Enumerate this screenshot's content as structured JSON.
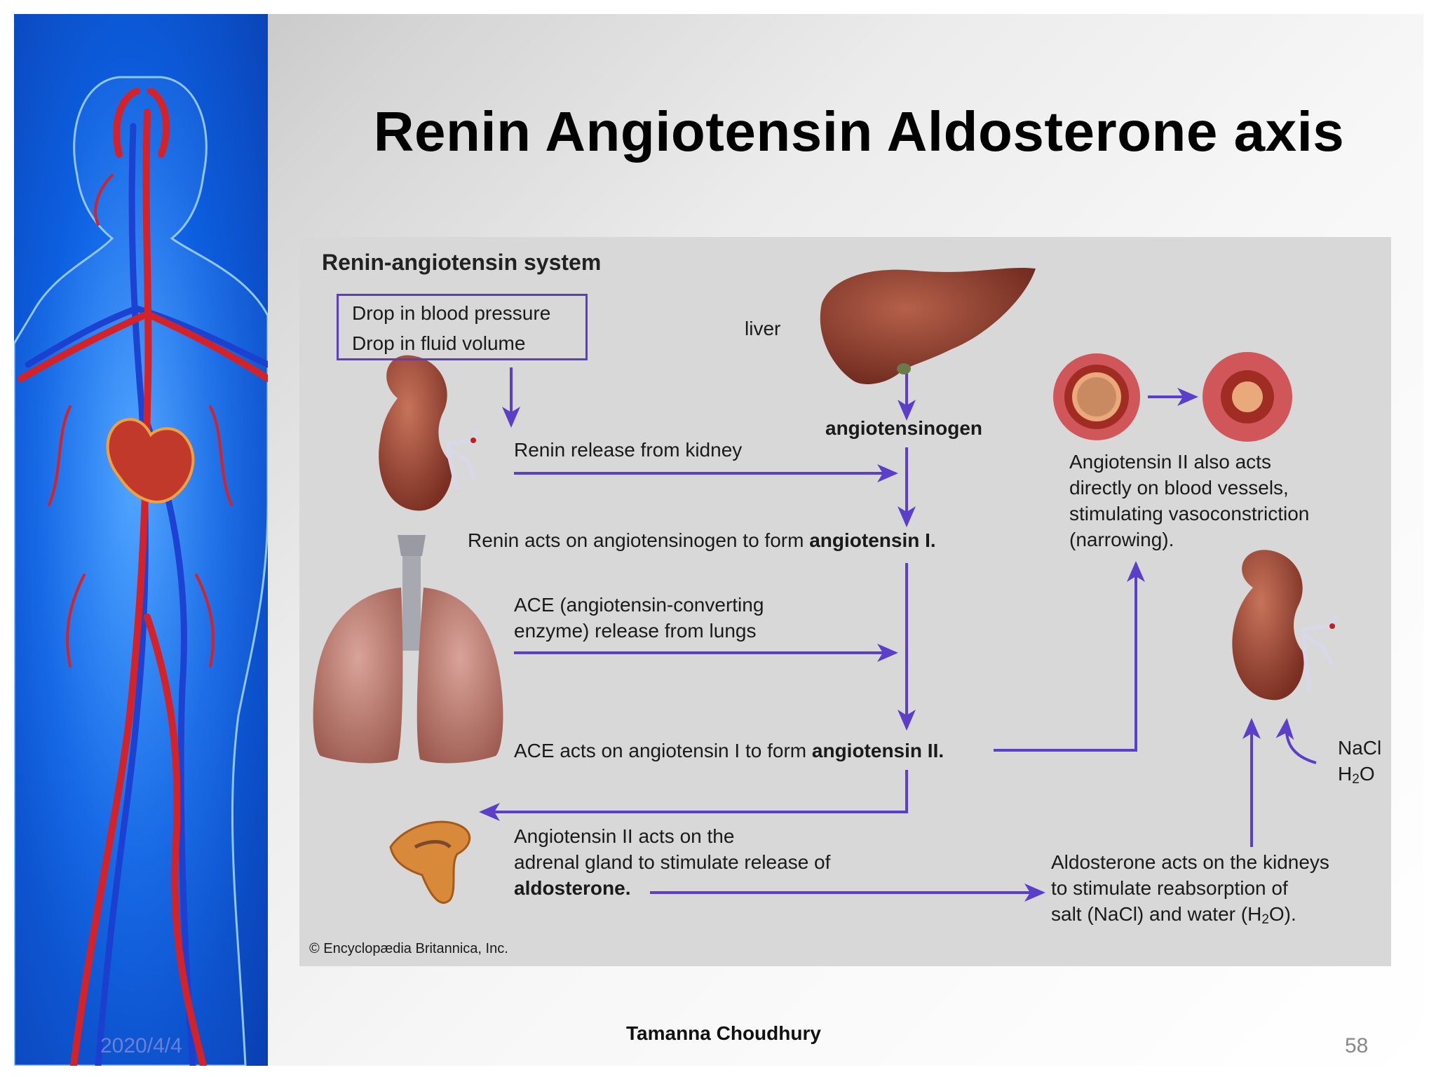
{
  "slide": {
    "title": "Renin Angiotensin Aldosterone axis",
    "footer": {
      "date": "2020/4/4",
      "author": "Tamanna  Choudhury",
      "page_number": "58"
    }
  },
  "diagram": {
    "heading": "Renin-angiotensin system",
    "trigger": {
      "line1": "Drop in blood pressure",
      "line2": "Drop in fluid volume"
    },
    "organs": {
      "liver": "liver"
    },
    "substrate": "angiotensinogen",
    "steps": {
      "renin_release": "Renin release from kidney",
      "renin_acts_prefix": "Renin acts on angiotensinogen to form ",
      "renin_acts_bold": "angiotensin I.",
      "ace_release_line1": "ACE (angiotensin-converting",
      "ace_release_line2": "enzyme) release from lungs",
      "ace_acts_prefix": "ACE acts on angiotensin I to form ",
      "ace_acts_bold": "angiotensin II.",
      "adrenal_line1": "Angiotensin II acts on the",
      "adrenal_line2": "adrenal gland to stimulate release of",
      "adrenal_bold": "aldosterone."
    },
    "vessels": {
      "line1": "Angiotensin II also acts",
      "line2": "directly on blood vessels,",
      "line3": "stimulating vasoconstriction",
      "line4": "(narrowing)."
    },
    "kidney_effect": {
      "line1": "Aldosterone acts on the kidneys",
      "line2": "to stimulate reabsorption of",
      "line3_a": "salt (NaCl) and water (H",
      "line3_sub": "2",
      "line3_b": "O)."
    },
    "reabsorbed": {
      "nacl": "NaCl",
      "h2o_a": "H",
      "h2o_sub": "2",
      "h2o_b": "O"
    },
    "credit": "© Encyclopædia Britannica, Inc.",
    "colors": {
      "arrow": "#5b3fc8",
      "organ": "#8e3a2c",
      "vessel_outer": "#d0565a",
      "background": "#d8d8d8"
    }
  },
  "icons": [
    "human-circulatory-figure",
    "liver-icon",
    "kidney-icon",
    "lungs-icon",
    "adrenal-gland-icon",
    "blood-vessel-normal-icon",
    "blood-vessel-constricted-icon"
  ]
}
